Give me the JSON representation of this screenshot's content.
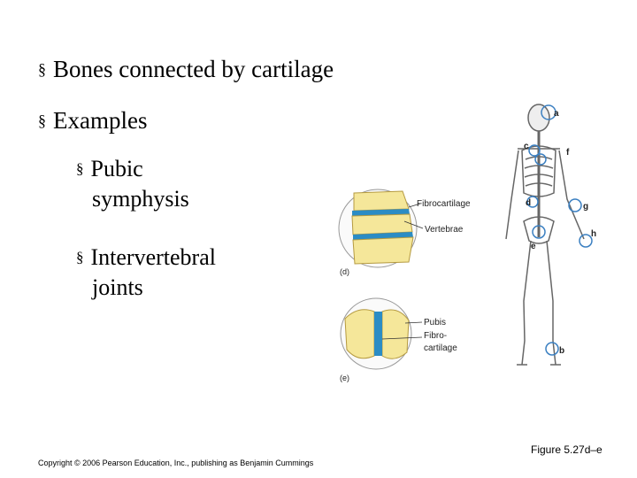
{
  "bullets": {
    "marker": "§",
    "line1": "Bones connected by cartilage",
    "line2": "Examples"
  },
  "subbullets": [
    {
      "line1": "Pubic",
      "line2": "symphysis"
    },
    {
      "line1": "Intervertebral",
      "line2": "joints"
    }
  ],
  "figure": {
    "labels": {
      "fibrocartilage": "Fibrocartilage",
      "vertebrae": "Vertebrae",
      "pubis": "Pubis",
      "fibro": "Fibro-",
      "cartilage": "cartilage",
      "panel_d": "(d)",
      "panel_e": "(e)"
    },
    "skeleton_letters": {
      "a": "a",
      "b": "b",
      "c": "c",
      "d": "d",
      "e": "e",
      "f": "f",
      "g": "g",
      "h": "h"
    },
    "colors": {
      "bone": "#f5e79a",
      "cartilage": "#2b8cc4",
      "circle": "#3a7fc1"
    }
  },
  "caption": "Figure 5.27d–e",
  "copyright": "Copyright © 2006 Pearson Education, Inc., publishing as Benjamin Cummings"
}
